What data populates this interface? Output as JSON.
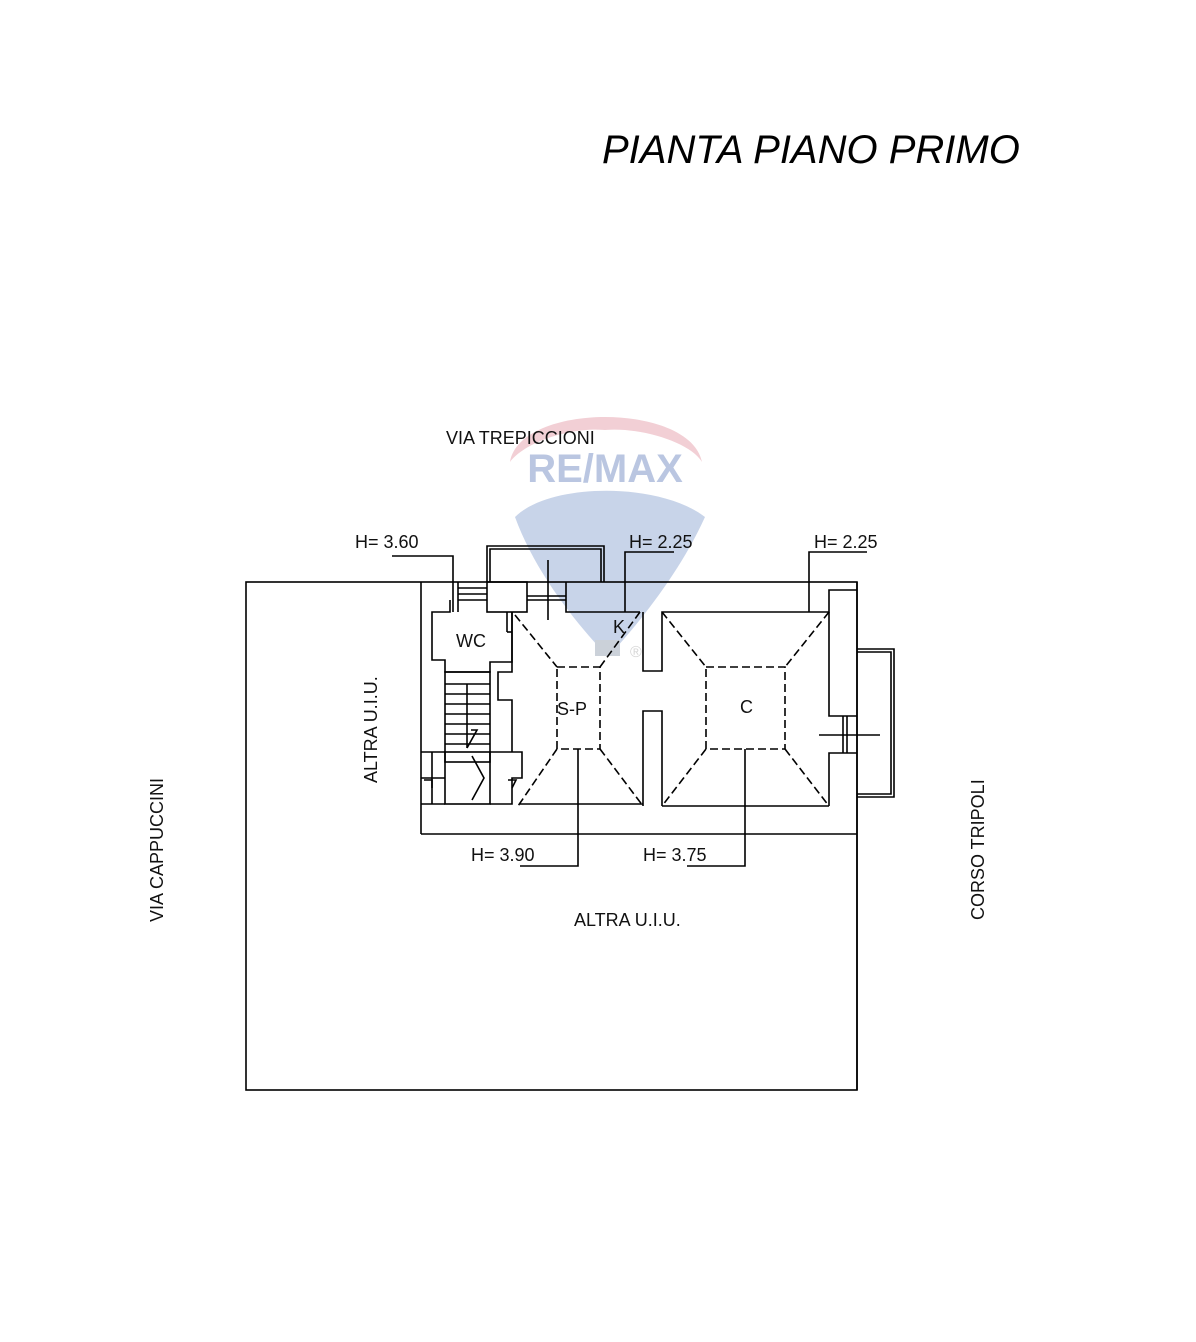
{
  "title": "PIANTA PIANO PRIMO",
  "watermark": {
    "brand": "RE/MAX",
    "registered": "®",
    "colors": {
      "red": "#f0c8cf",
      "blue": "#c4d0e6",
      "text_blue": "#b9c6e2"
    }
  },
  "streets": {
    "top": "VIA TREPICCIONI",
    "left": "VIA CAPPUCCINI",
    "right": "CORSO TRIPOLI"
  },
  "neighbors": {
    "left": "ALTRA U.I.U.",
    "bottom": "ALTRA U.I.U."
  },
  "rooms": [
    {
      "id": "wc",
      "label": "WC"
    },
    {
      "id": "k",
      "label": "K"
    },
    {
      "id": "sp",
      "label": "S-P"
    },
    {
      "id": "c",
      "label": "C"
    }
  ],
  "heights": [
    {
      "id": "h-wc",
      "label": "H= 3.60"
    },
    {
      "id": "h-k",
      "label": "H= 2.25"
    },
    {
      "id": "h-c-top",
      "label": "H= 2.25"
    },
    {
      "id": "h-sp",
      "label": "H= 3.90"
    },
    {
      "id": "h-c-bottom",
      "label": "H= 3.75"
    }
  ]
}
